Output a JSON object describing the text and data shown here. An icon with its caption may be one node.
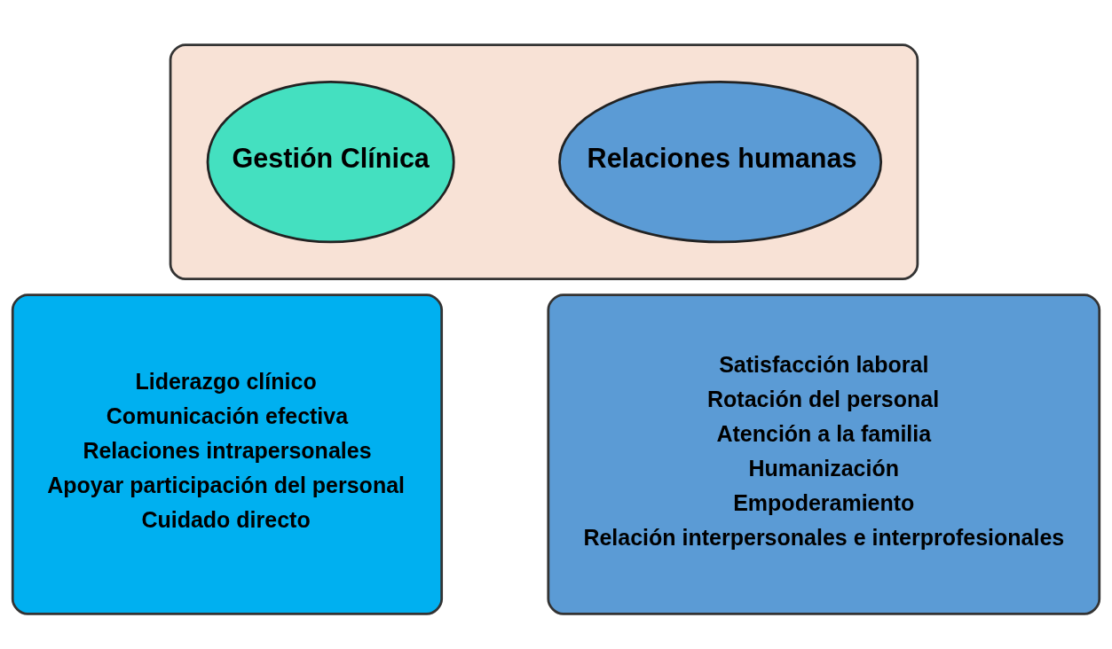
{
  "diagram": {
    "nodes": [
      {
        "text": [],
        "shape": "box"
      },
      {
        "text": [
          "Gestión Clínica"
        ],
        "in": 0
      },
      {
        "text": [
          "Relaciones humanas"
        ],
        "in": 0
      },
      {
        "text": [
          "Liderazgo clínico",
          "Comunicación efectiva",
          "Relaciones intrapersonales",
          "Apoyar participación del personal",
          "Cuidado directo"
        ]
      },
      {
        "text": [
          "Satisfacción laboral",
          "Rotación del personal",
          "Atención a la familia",
          "Humanización",
          "Empoderamiento",
          "Relación interpersonales e interprofesionales"
        ]
      }
    ],
    "edges": []
  }
}
